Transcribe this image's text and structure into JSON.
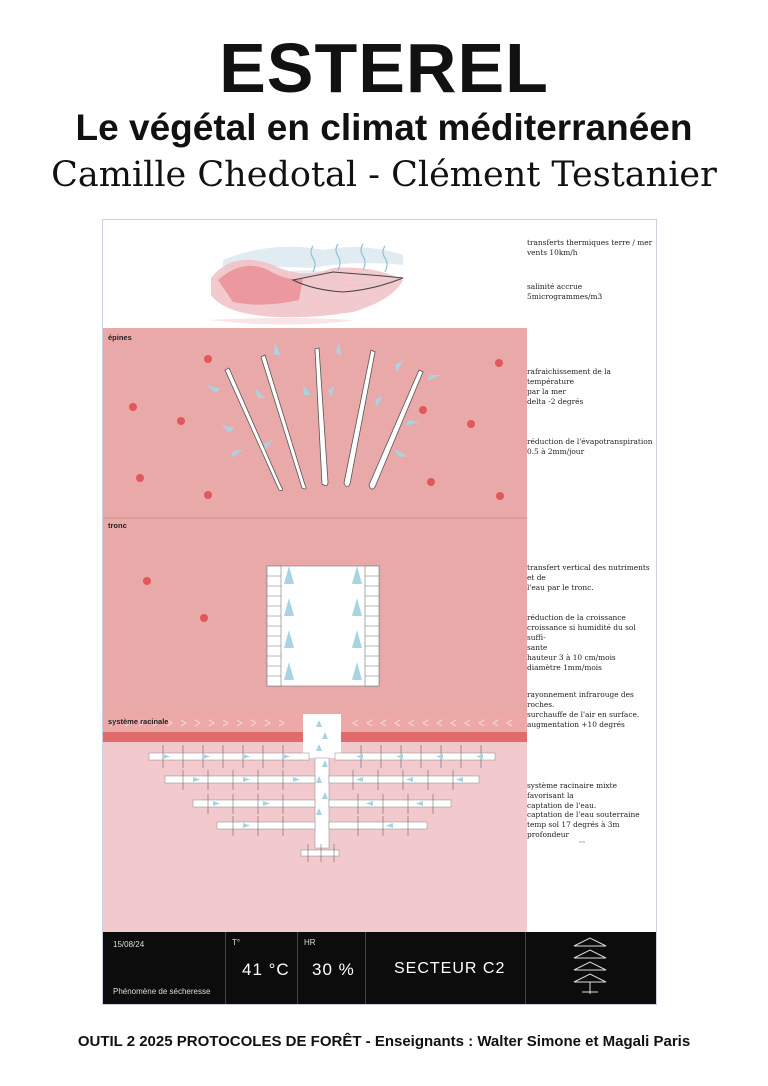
{
  "header": {
    "title": "ESTEREL",
    "subtitle": "Le végétal en climat méditerranéen",
    "authors": "Camille Chedotal - Clément Testanier"
  },
  "sections": {
    "epines": "épines",
    "tronc": "tronc",
    "racinal": "système racinale"
  },
  "notes": [
    {
      "lines": [
        "transferts thermiques terre / mer",
        "vents 10km/h"
      ]
    },
    {
      "lines": [
        "salinité accrue",
        "5microgrammes/m3"
      ]
    },
    {
      "lines": [
        "rafraichissement de la température",
        "par la mer",
        "delta -2 degrés"
      ]
    },
    {
      "lines": [
        "réduction de l'évapotranspiration",
        "0.5 à 2mm/jour"
      ]
    },
    {
      "lines": [
        "transfert vertical des nutriments et de",
        "l'eau par le tronc."
      ]
    },
    {
      "lines": [
        "réduction de la croissance",
        "croissance si humidité du sol suffi-",
        "sante",
        "hauteur 3 à 10 cm/mois",
        "diamètre 1mm/mois"
      ]
    },
    {
      "lines": [
        "rayonnement infrarouge des roches.",
        "surchauffe de l'air en surface.",
        "augmentation +10 degrés"
      ]
    },
    {
      "lines": [
        "système racinaire mixte favorisant la",
        "captation de l'eau."
      ]
    },
    {
      "lines": [
        "captation de l'eau souterraine",
        "temp sol 17 degrés à 3m profondeur"
      ]
    }
  ],
  "stats": {
    "date": "15/08/24",
    "phenomenon": "Phénomène de sécheresse",
    "temp_label": "T°",
    "temp_value": "41 °C",
    "hr_label": "HR",
    "hr_value": "30 %",
    "sector": "SECTEUR C2"
  },
  "colors": {
    "pink_main": "#e9a9a9",
    "pink_light": "#f2c9cc",
    "red_band": "#e26a6a",
    "dot": "#e0575c",
    "arrow_blue": "#a9d3e3"
  },
  "footer": "OUTIL 2 2025 PROTOCOLES DE FORÊT - Enseignants : Walter Simone et Magali Paris"
}
